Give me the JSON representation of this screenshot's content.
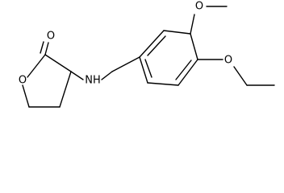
{
  "molecule": {
    "atoms": {
      "carbonyl_oxygen": "O",
      "ring_oxygen": "O",
      "amine": "NH",
      "methoxy_oxygen": "O",
      "ethoxy_oxygen": "O"
    }
  }
}
